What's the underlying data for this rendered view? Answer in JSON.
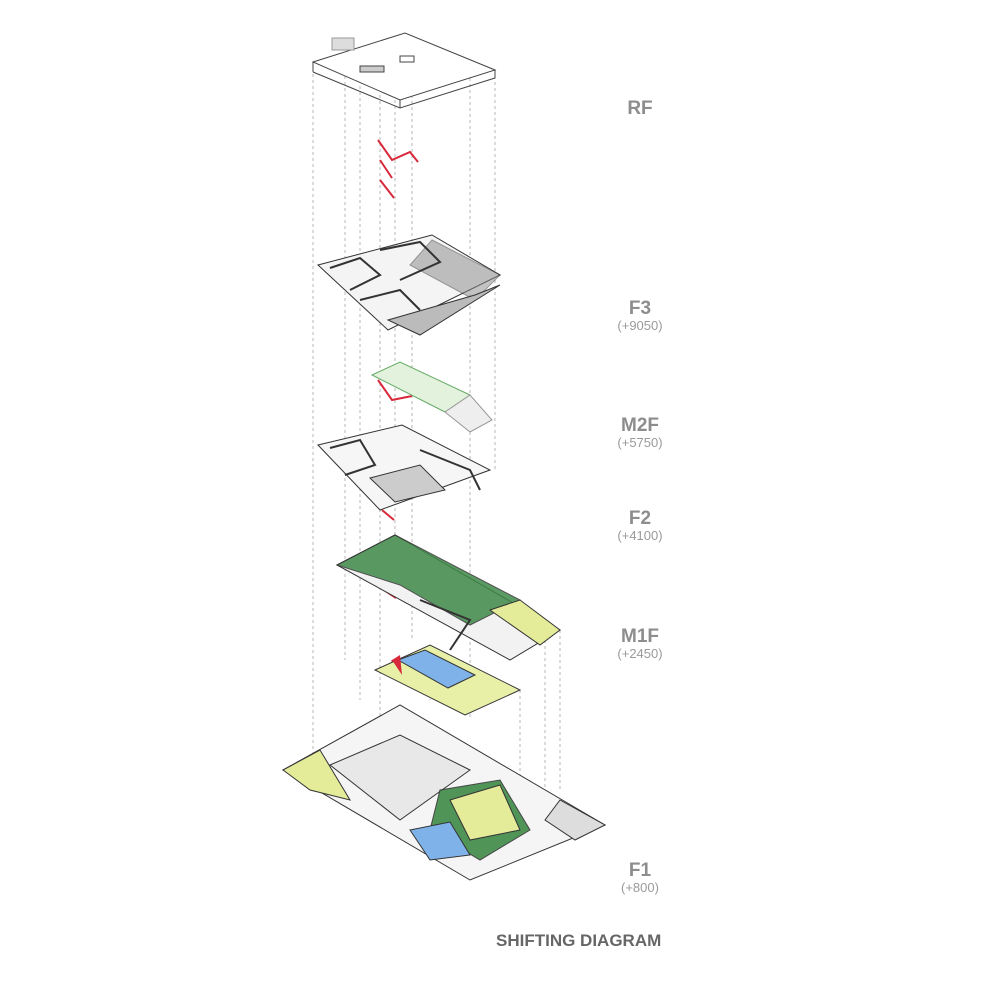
{
  "title": "SHIFTING DIAGRAM",
  "levels": [
    {
      "name": "RF",
      "elevation": ""
    },
    {
      "name": "F3",
      "elevation": "(+9050)"
    },
    {
      "name": "M2F",
      "elevation": "(+5750)"
    },
    {
      "name": "F2",
      "elevation": "(+4100)"
    },
    {
      "name": "M1F",
      "elevation": "(+2450)"
    },
    {
      "name": "F1",
      "elevation": "(+800)"
    }
  ],
  "colors": {
    "stair": "#d8283c",
    "green_roof": "#3f8a48",
    "lawn": "#e4ec9a",
    "pool": "#7fb2e8",
    "line": "#333333",
    "label": "#8d8d8d"
  }
}
